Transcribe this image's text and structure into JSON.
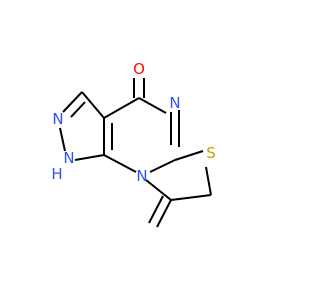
{
  "molecule": {
    "atoms": {
      "oxygen": {
        "symbol": "O",
        "color": "#ff0d0d"
      },
      "n_pyrimidine": {
        "symbol": "N",
        "color": "#3050f8"
      },
      "sulfur": {
        "symbol": "S",
        "color": "#c8a000"
      },
      "n_bridge": {
        "symbol": "N",
        "color": "#3050f8"
      },
      "n_pyrazole": {
        "symbol": "N",
        "color": "#3050f8"
      },
      "nh_pyrazole": {
        "symbol": "N",
        "color": "#3050f8"
      },
      "nh_hydrogen": {
        "symbol": "H",
        "color": "#3050f8"
      }
    },
    "bond_color": "#000000"
  }
}
